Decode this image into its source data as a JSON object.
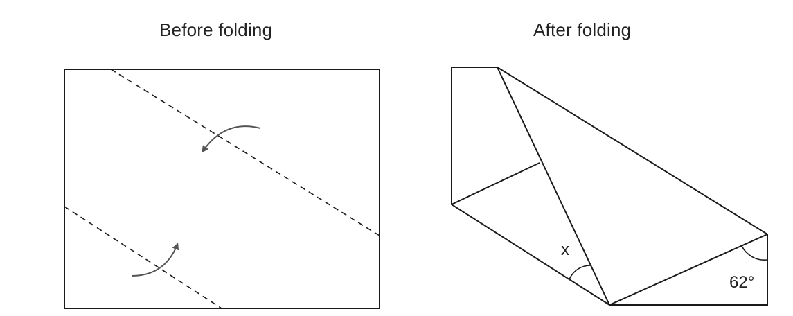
{
  "panels": {
    "before": {
      "title": "Before folding"
    },
    "after": {
      "title": "After folding",
      "angle_unknown_label": "x",
      "angle_known_label": "62°"
    }
  },
  "colors": {
    "line": "#1a1a1a",
    "arrow": "#555555",
    "background": "#ffffff"
  }
}
